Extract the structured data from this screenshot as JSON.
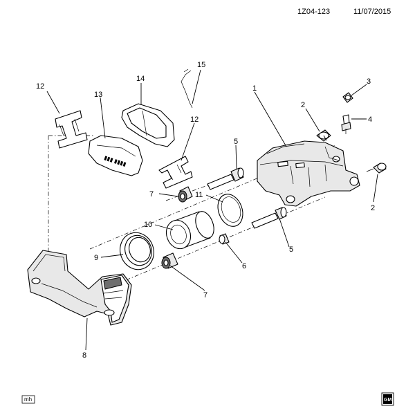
{
  "header": {
    "figure_id": "1Z04-123",
    "date": "11/07/2015"
  },
  "footer": {
    "artist_tag": "mh",
    "logo_name": "gm-logo",
    "logo_text": "GM"
  },
  "callouts": {
    "c1": "1",
    "c2a": "2",
    "c2b": "2",
    "c3": "3",
    "c4": "4",
    "c5a": "5",
    "c5b": "5",
    "c6": "6",
    "c7a": "7",
    "c7b": "7",
    "c8": "8",
    "c9": "9",
    "c10": "10",
    "c11": "11",
    "c12a": "12",
    "c12b": "12",
    "c13": "13",
    "c14": "14",
    "c15": "15"
  }
}
